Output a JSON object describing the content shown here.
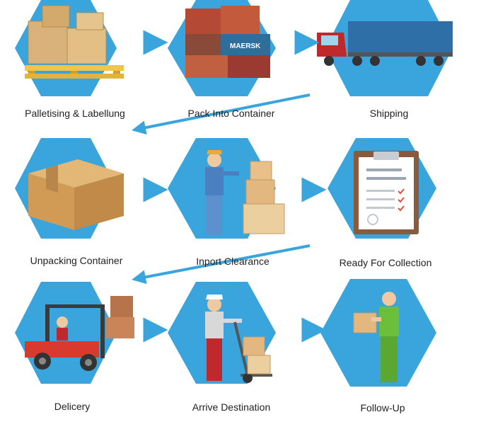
{
  "steps": [
    {
      "label": "Palletising & Labellung",
      "icon": "pallet-boxes-icon"
    },
    {
      "label": "Pack Into Container",
      "icon": "shipping-containers-icon"
    },
    {
      "label": "Shipping",
      "icon": "truck-icon"
    },
    {
      "label": "Unpacking Container",
      "icon": "cardboard-box-icon"
    },
    {
      "label": "Inport Clearance",
      "icon": "worker-scanning-boxes-icon"
    },
    {
      "label": "Ready For Collection",
      "icon": "clipboard-checklist-icon"
    },
    {
      "label": "Delicery",
      "icon": "forklift-icon"
    },
    {
      "label": "Arrive Destination",
      "icon": "worker-hand-truck-icon"
    },
    {
      "label": "Follow-Up",
      "icon": "worker-holding-box-icon"
    }
  ],
  "colors": {
    "hexagon": "#3aa5dc",
    "hexagon_dark": "#2a8cc4",
    "arrow": "#3aa5dc",
    "text": "#222222"
  }
}
